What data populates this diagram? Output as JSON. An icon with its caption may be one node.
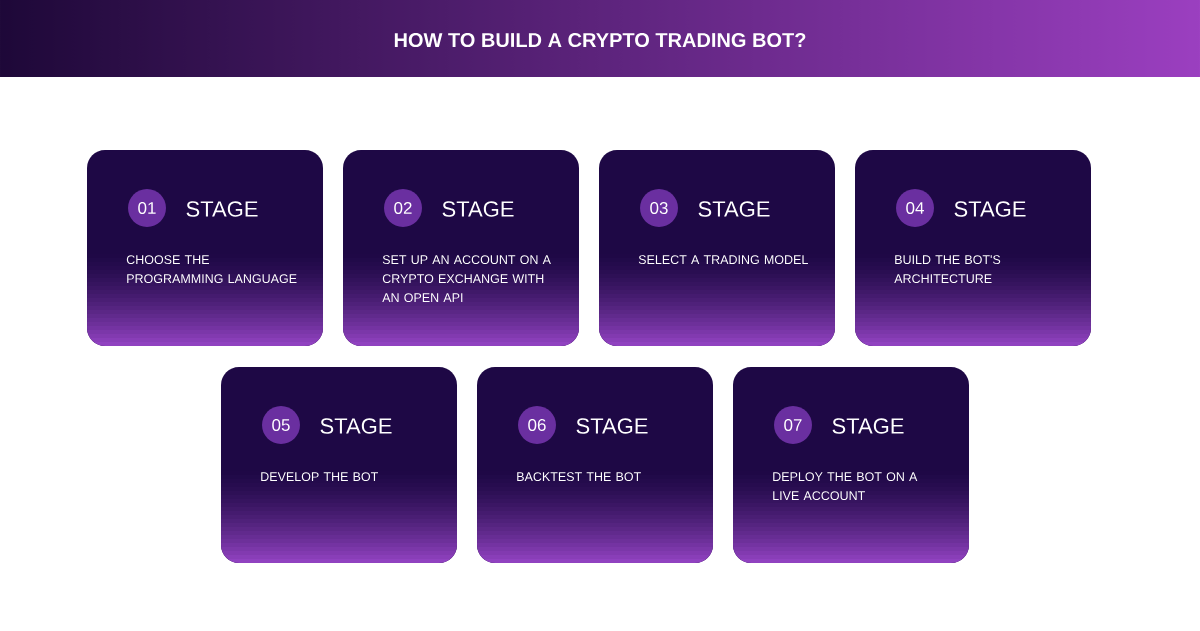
{
  "diagram": {
    "title": "HOW TO BUILD A CRYPTO TRADING BOT?",
    "nodes": [
      {
        "text": [
          "STAGE",
          "CHOOSE THE PROGRAMMING LANGUAGE"
        ]
      },
      {
        "text": [
          "01"
        ],
        "in": 0
      },
      {
        "text": [
          "STAGE",
          "SET UP AN ACCOUNT ON A CRYPTO EXCHANGE WITH AN OPEN API"
        ]
      },
      {
        "text": [
          "02"
        ],
        "in": 2
      },
      {
        "text": [
          "STAGE",
          "SELECT A TRADING MODEL"
        ]
      },
      {
        "text": [
          "03"
        ],
        "in": 4
      },
      {
        "text": [
          "STAGE",
          "BUILD THE BOT'S ARCHITECTURE"
        ]
      },
      {
        "text": [
          "04"
        ],
        "in": 6
      },
      {
        "text": [
          "STAGE",
          "DEVELOP THE BOT"
        ]
      },
      {
        "text": [
          "05"
        ],
        "in": 8
      },
      {
        "text": [
          "STAGE",
          "BACKTEST THE BOT"
        ]
      },
      {
        "text": [
          "06"
        ],
        "in": 10
      },
      {
        "text": [
          "STAGE",
          "DEPLOY THE BOT ON A LIVE ACCOUNT"
        ]
      },
      {
        "text": [
          "07"
        ],
        "in": 12
      }
    ]
  }
}
